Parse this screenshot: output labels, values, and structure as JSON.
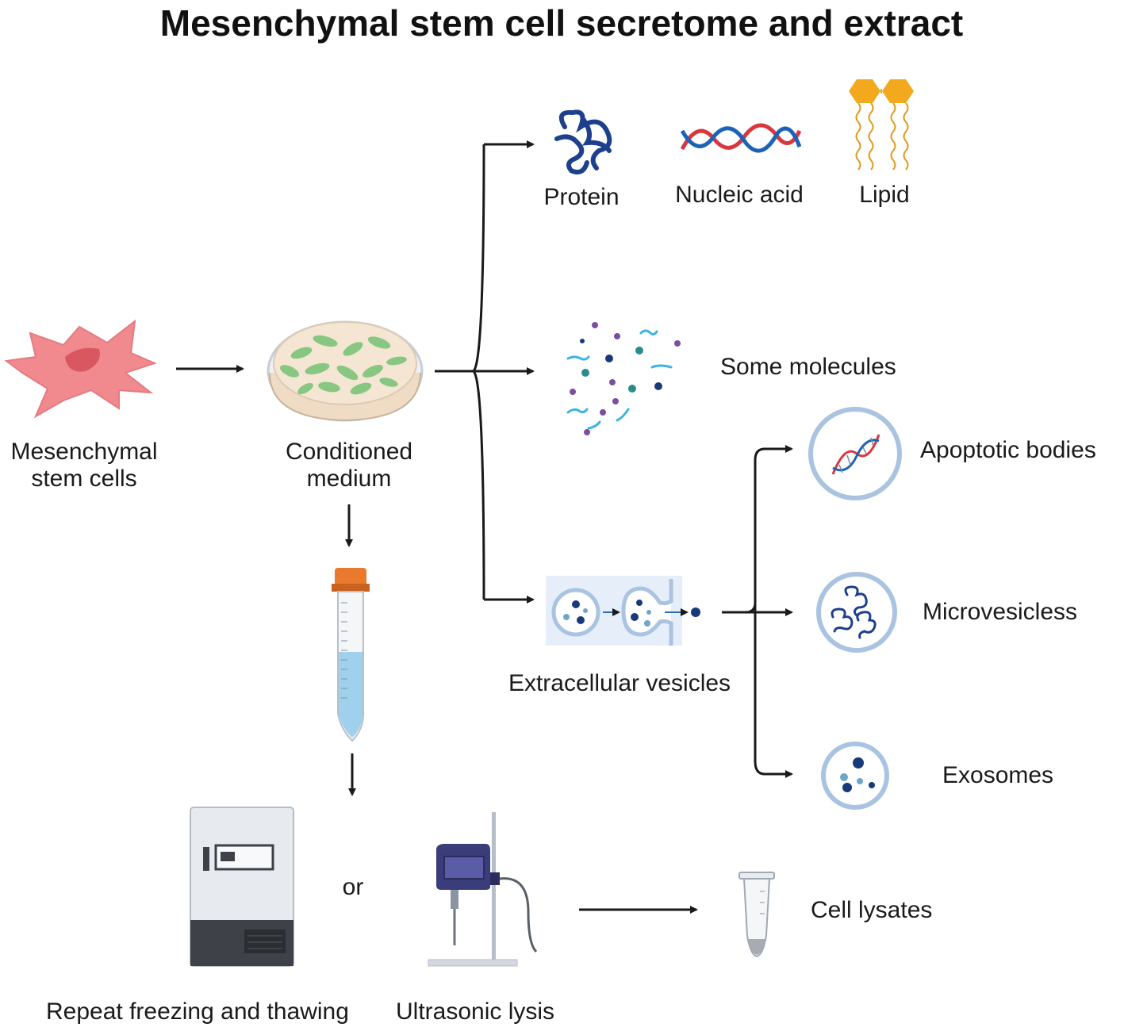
{
  "title": "Mesenchymal stem cell secretome and extract",
  "nodes": {
    "msc": {
      "line1": "Mesenchymal",
      "line2": "stem cells"
    },
    "conditioned_medium": {
      "line1": "Conditioned",
      "line2": "medium"
    },
    "protein": "Protein",
    "nucleic_acid": "Nucleic acid",
    "lipid": "Lipid",
    "some_molecules": "Some molecules",
    "extracellular_vesicles": "Extracellular vesicles",
    "apoptotic_bodies": "Apoptotic bodies",
    "microvesicles": "Microvesicless",
    "exosomes": "Exosomes",
    "or": "or",
    "cell_lysates": "Cell lysates",
    "freeze_thaw": "Repeat freezing and thawing",
    "ultrasonic": "Ultrasonic lysis"
  },
  "colors": {
    "cell": "#f08a8f",
    "nucleus": "#d9585f",
    "dish_rim": "#dde3ee",
    "medium": "#f5e6d3",
    "green_cells": "#7dc47a",
    "protein": "#1d3f8c",
    "dna_red": "#d9363e",
    "dna_blue": "#1d63b5",
    "lipid": "#f2a91e",
    "vesicle_ring": "#a9c3e0",
    "tube_cap": "#e8792d",
    "liquid": "#9fd0ec"
  }
}
